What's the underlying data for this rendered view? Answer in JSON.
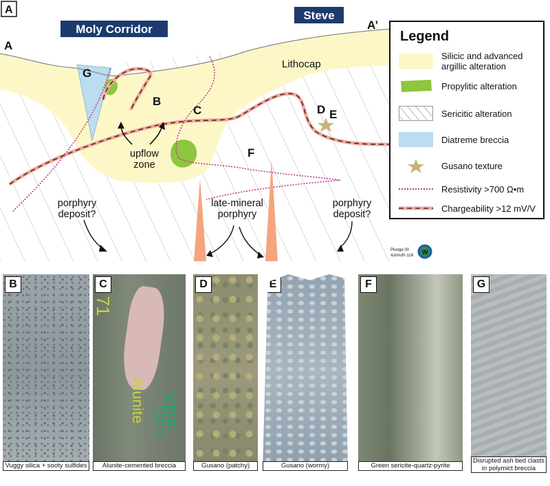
{
  "panel_label": "A",
  "section_start": "A",
  "section_end": "A’",
  "zones": {
    "moly_corridor": "Moly Corridor",
    "steve": "Steve",
    "lithocap": "Lithocap",
    "upflow_zone": "upflow\nzone",
    "porphyry_left": "porphyry\ndeposit?",
    "porphyry_right": "porphyry\ndeposit?",
    "late_mineral": "late-mineral\nporphyry"
  },
  "point_labels": {
    "g": "G",
    "b": "B",
    "c": "C",
    "d": "D",
    "e": "E",
    "f": "F"
  },
  "legend": {
    "title": "Legend",
    "items": [
      {
        "label": "Silicic and advanced argillic alteration",
        "color": "#fdf7c8"
      },
      {
        "label": "Propylitic alteration",
        "color": "#8dc63f"
      },
      {
        "label": "Sericitic alteration",
        "color": "#ffffff"
      },
      {
        "label": "Diatreme breccia",
        "color": "#bcdcef"
      },
      {
        "label": "Gusano texture",
        "color": "#c9b27a"
      },
      {
        "label": "Resistivity >700 Ω•m",
        "color": "#c0378c"
      },
      {
        "label": "Chargeability >12 mV/V",
        "color": "#4b2a14"
      }
    ]
  },
  "orientation": {
    "plunge": "Plunge 00",
    "azimuth": "Azimuth 118",
    "compass_letter": "W"
  },
  "photos": [
    {
      "letter": "B",
      "caption": "Vuggy silica + sooty sulfides"
    },
    {
      "letter": "C",
      "caption": "Alunite-cemented breccia"
    },
    {
      "letter": "D",
      "caption": "Gusano (patchy)"
    },
    {
      "letter": "E",
      "caption": "Gusano (wormy)"
    },
    {
      "letter": "F",
      "caption": "Green sericite-quartz-pyrite"
    },
    {
      "letter": "G",
      "caption": "Disrupted ash bed clasts in polymict breccia"
    }
  ],
  "core_text": {
    "c_numbers": "5 71",
    "c_mineral": "Alunite",
    "c_code": "XRF",
    "c_code2": "1877"
  }
}
